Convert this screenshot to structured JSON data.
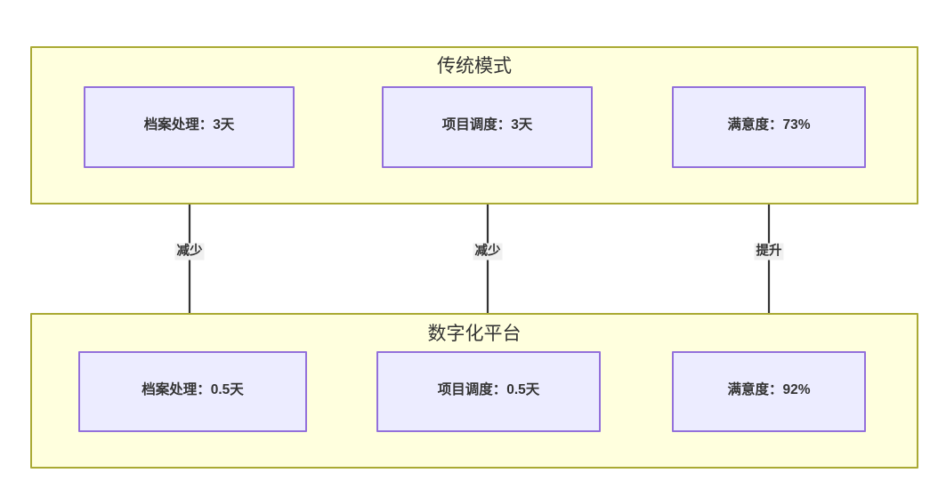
{
  "diagram": {
    "type": "flowchart",
    "background": "#ffffff",
    "colors": {
      "cluster_fill": "#ffffde",
      "cluster_stroke": "#aaaa33",
      "node_fill": "#ececff",
      "node_stroke": "#9370db",
      "edge_stroke": "#333333",
      "edge_label_bg": "#f0f0f0",
      "text": "#333333"
    },
    "clusters": [
      {
        "id": "traditional",
        "title": "传统模式",
        "nodes": [
          {
            "id": "t1",
            "label": "档案处理：3天"
          },
          {
            "id": "t2",
            "label": "项目调度：3天"
          },
          {
            "id": "t3",
            "label": "满意度：73%"
          }
        ]
      },
      {
        "id": "digital",
        "title": "数字化平台",
        "nodes": [
          {
            "id": "d1",
            "label": "档案处理：0.5天"
          },
          {
            "id": "d2",
            "label": "项目调度：0.5天"
          },
          {
            "id": "d3",
            "label": "满意度：92%"
          }
        ]
      }
    ],
    "edges": [
      {
        "id": "e1",
        "from": "t1",
        "to": "d1",
        "label": "减少"
      },
      {
        "id": "e2",
        "from": "t2",
        "to": "d2",
        "label": "减少"
      },
      {
        "id": "e3",
        "from": "t3",
        "to": "d3",
        "label": "提升"
      }
    ]
  }
}
